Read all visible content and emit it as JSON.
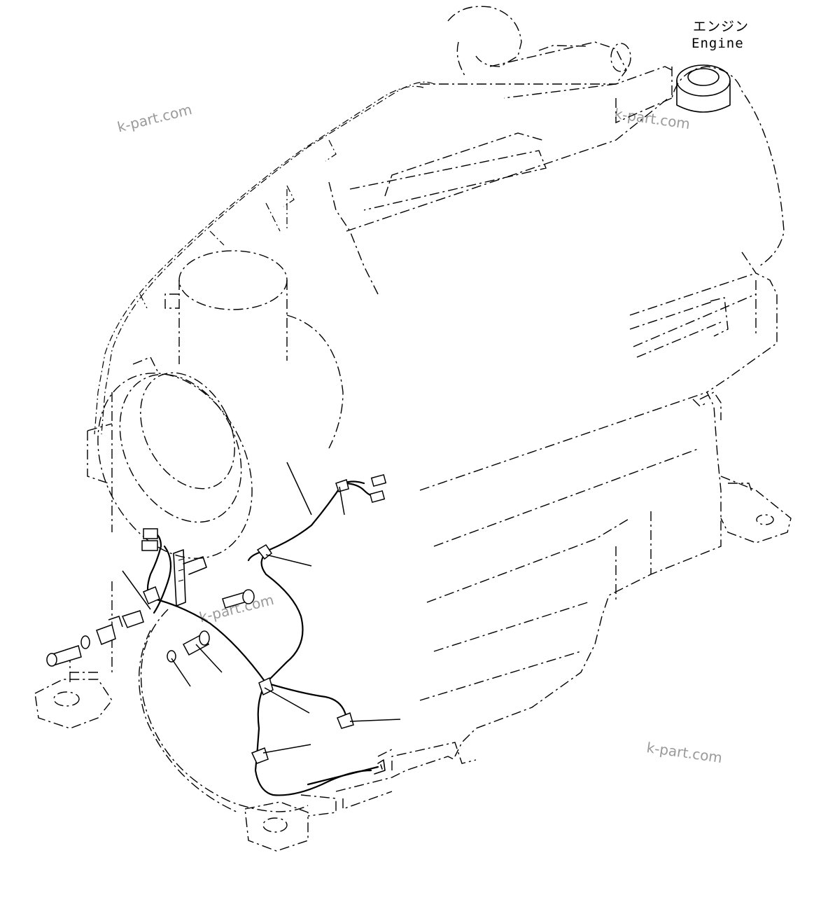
{
  "diagram": {
    "label_jp": "エンジン",
    "label_en": "Engine"
  },
  "watermarks": [
    "k-part.com",
    "k-part.com",
    "k-part.com",
    "k-part.com"
  ]
}
